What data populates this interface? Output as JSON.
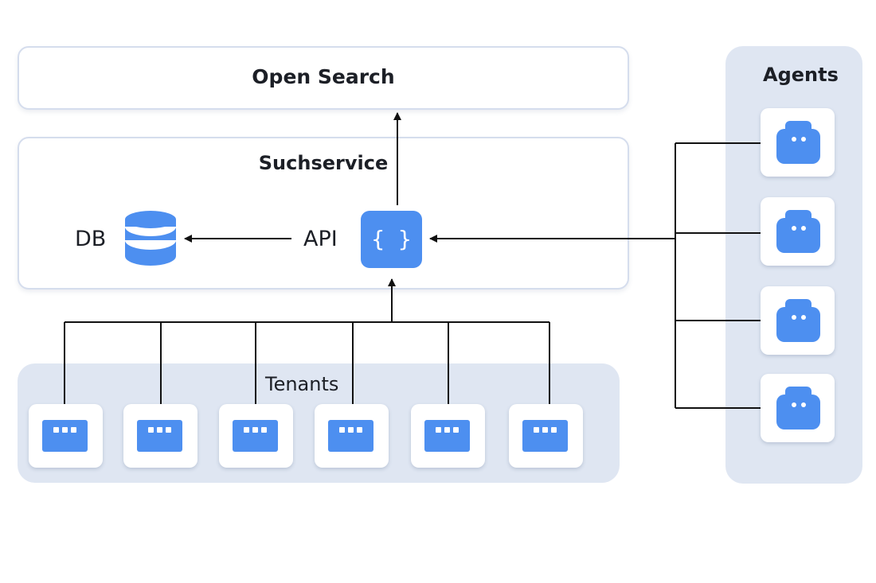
{
  "open_search": {
    "label": "Open Search"
  },
  "suchservice": {
    "label": "Suchservice",
    "db_label": "DB",
    "api_label": "API",
    "api_glyph": "{ }"
  },
  "tenants": {
    "label": "Tenants",
    "count": 6
  },
  "agents": {
    "label": "Agents",
    "count": 4
  },
  "colors": {
    "accent": "#4d8ff0",
    "panel": "#dfe6f2",
    "border": "#d5dded",
    "line": "#111111"
  },
  "icons": {
    "db": "database-icon",
    "api": "api-braces-icon",
    "tenant": "tenant-window-icon",
    "agent": "agent-robot-icon"
  }
}
